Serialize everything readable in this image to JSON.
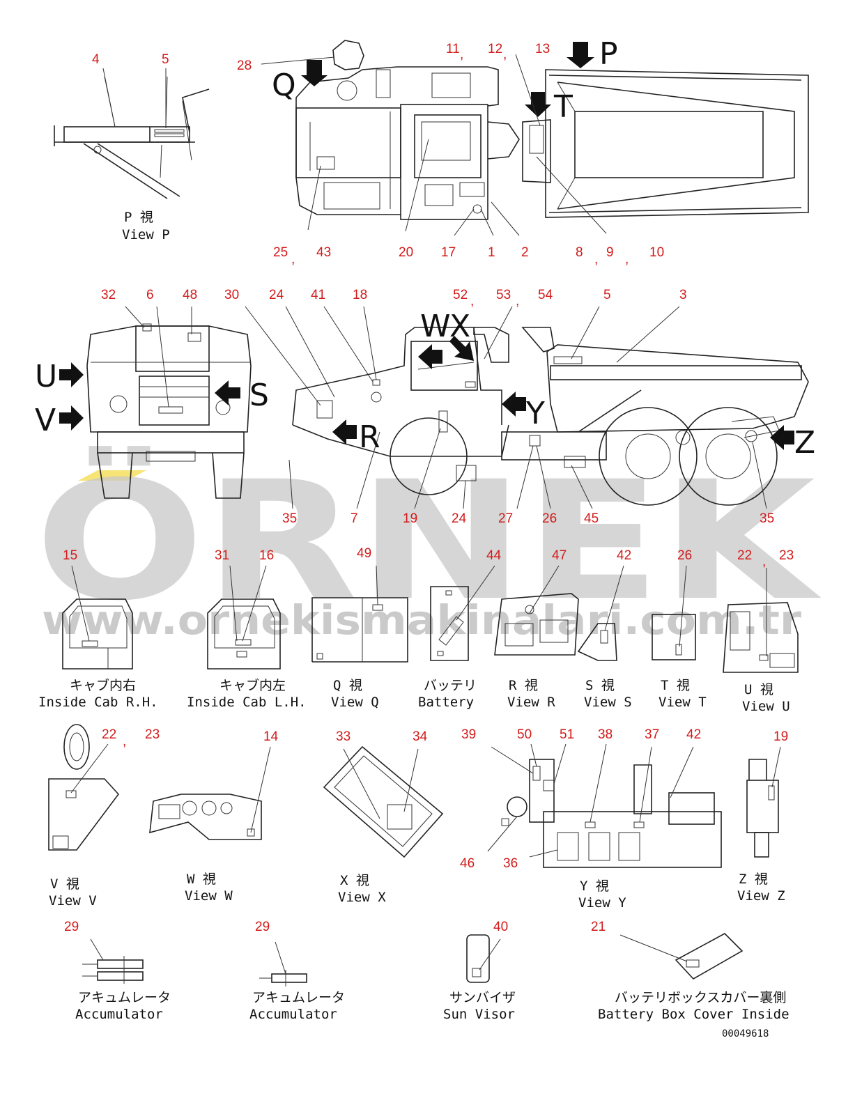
{
  "watermark": {
    "brand": "ÖRNEK",
    "url": "www.ornekismakinalari.com.tr",
    "accent_color": "#f2d21a"
  },
  "drawing_code": "00049618",
  "view_letters": [
    "Q",
    "P",
    "T",
    "U",
    "V",
    "S",
    "W",
    "X",
    "Y",
    "R",
    "Z"
  ],
  "callouts": [
    {
      "id": "c4",
      "text": "4"
    },
    {
      "id": "c5a",
      "text": "5"
    },
    {
      "id": "c28",
      "text": "28"
    },
    {
      "id": "c11",
      "text": "11"
    },
    {
      "id": "c12",
      "text": "12"
    },
    {
      "id": "c13",
      "text": "13"
    },
    {
      "id": "c25",
      "text": "25"
    },
    {
      "id": "c43",
      "text": "43"
    },
    {
      "id": "c20",
      "text": "20"
    },
    {
      "id": "c17",
      "text": "17"
    },
    {
      "id": "c1",
      "text": "1"
    },
    {
      "id": "c2",
      "text": "2"
    },
    {
      "id": "c8",
      "text": "8"
    },
    {
      "id": "c9",
      "text": "9"
    },
    {
      "id": "c10",
      "text": "10"
    },
    {
      "id": "c32",
      "text": "32"
    },
    {
      "id": "c6",
      "text": "6"
    },
    {
      "id": "c48",
      "text": "48"
    },
    {
      "id": "c30",
      "text": "30"
    },
    {
      "id": "c24a",
      "text": "24"
    },
    {
      "id": "c41",
      "text": "41"
    },
    {
      "id": "c18",
      "text": "18"
    },
    {
      "id": "c52",
      "text": "52"
    },
    {
      "id": "c53",
      "text": "53"
    },
    {
      "id": "c54",
      "text": "54"
    },
    {
      "id": "c5b",
      "text": "5"
    },
    {
      "id": "c3",
      "text": "3"
    },
    {
      "id": "c35a",
      "text": "35"
    },
    {
      "id": "c7",
      "text": "7"
    },
    {
      "id": "c19a",
      "text": "19"
    },
    {
      "id": "c24b",
      "text": "24"
    },
    {
      "id": "c27",
      "text": "27"
    },
    {
      "id": "c26a",
      "text": "26"
    },
    {
      "id": "c45",
      "text": "45"
    },
    {
      "id": "c35b",
      "text": "35"
    },
    {
      "id": "c15",
      "text": "15"
    },
    {
      "id": "c31",
      "text": "31"
    },
    {
      "id": "c16",
      "text": "16"
    },
    {
      "id": "c49",
      "text": "49"
    },
    {
      "id": "c44",
      "text": "44"
    },
    {
      "id": "c47",
      "text": "47"
    },
    {
      "id": "c42a",
      "text": "42"
    },
    {
      "id": "c26b",
      "text": "26"
    },
    {
      "id": "c22a",
      "text": "22"
    },
    {
      "id": "c23a",
      "text": "23"
    },
    {
      "id": "c22b",
      "text": "22"
    },
    {
      "id": "c23b",
      "text": "23"
    },
    {
      "id": "c14",
      "text": "14"
    },
    {
      "id": "c33",
      "text": "33"
    },
    {
      "id": "c34",
      "text": "34"
    },
    {
      "id": "c39",
      "text": "39"
    },
    {
      "id": "c50",
      "text": "50"
    },
    {
      "id": "c51",
      "text": "51"
    },
    {
      "id": "c38",
      "text": "38"
    },
    {
      "id": "c37",
      "text": "37"
    },
    {
      "id": "c42b",
      "text": "42"
    },
    {
      "id": "c19b",
      "text": "19"
    },
    {
      "id": "c46",
      "text": "46"
    },
    {
      "id": "c36",
      "text": "36"
    },
    {
      "id": "c29a",
      "text": "29"
    },
    {
      "id": "c29b",
      "text": "29"
    },
    {
      "id": "c40",
      "text": "40"
    },
    {
      "id": "c21",
      "text": "21"
    }
  ],
  "captions": {
    "view_p": {
      "jp": "P  視",
      "en": "View P"
    },
    "inside_cab_rh": {
      "jp": "キャブ内右",
      "en": "Inside Cab R.H."
    },
    "inside_cab_lh": {
      "jp": "キャブ内左",
      "en": "Inside Cab L.H."
    },
    "view_q": {
      "jp": "Q  視",
      "en": "View Q"
    },
    "battery": {
      "jp": "バッテリ",
      "en": "Battery"
    },
    "view_r": {
      "jp": "R  視",
      "en": "View R"
    },
    "view_s": {
      "jp": "S  視",
      "en": "View S"
    },
    "view_t": {
      "jp": "T  視",
      "en": "View T"
    },
    "view_u": {
      "jp": "U  視",
      "en": "View U"
    },
    "view_v": {
      "jp": "V  視",
      "en": "View V"
    },
    "view_w": {
      "jp": "W  視",
      "en": "View W"
    },
    "view_x": {
      "jp": "X  視",
      "en": "View X"
    },
    "view_y": {
      "jp": "Y  視",
      "en": "View Y"
    },
    "view_z": {
      "jp": "Z  視",
      "en": "View Z"
    },
    "accumulator_1": {
      "jp": "アキュムレータ",
      "en": "Accumulator"
    },
    "accumulator_2": {
      "jp": "アキュムレータ",
      "en": "Accumulator"
    },
    "sun_visor": {
      "jp": "サンバイザ",
      "en": "Sun Visor"
    },
    "battery_box_cover": {
      "jp": "バッテリボックスカバー裏側",
      "en": "Battery Box Cover Inside"
    }
  }
}
